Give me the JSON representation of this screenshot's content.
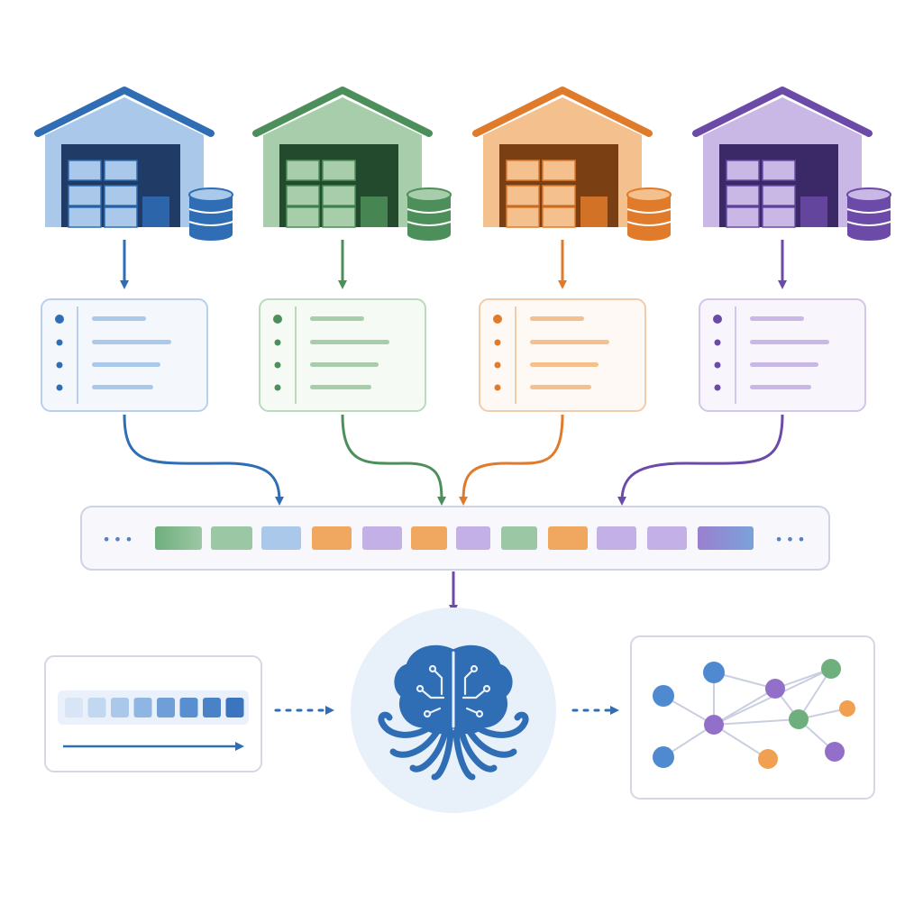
{
  "palette": {
    "blue": {
      "main": "#2f6db5",
      "light": "#a9c8ea",
      "pale": "#dbe8f7",
      "dark": "#1f3b66",
      "card": "#f4f8fd",
      "cardBorder": "#b9d0ec"
    },
    "green": {
      "main": "#4d8f5a",
      "light": "#a7cdaa",
      "pale": "#dcebdc",
      "dark": "#234a2c",
      "card": "#f5faf5",
      "cardBorder": "#bcd9be"
    },
    "orange": {
      "main": "#e07b2c",
      "light": "#f4c08d",
      "pale": "#fbe5cf",
      "dark": "#7a3f12",
      "card": "#fef9f4",
      "cardBorder": "#f2ccaa"
    },
    "purple": {
      "main": "#6b4aa8",
      "light": "#c9b8e6",
      "pale": "#e9e1f6",
      "dark": "#3a2966",
      "card": "#f8f5fc",
      "cardBorder": "#d3c6ea"
    }
  },
  "sources": [
    {
      "color": "blue",
      "icon": "warehouse-icon",
      "db_icon": "database-icon",
      "card_icon": "record-list-icon"
    },
    {
      "color": "green",
      "icon": "warehouse-icon",
      "db_icon": "database-icon",
      "card_icon": "record-list-icon"
    },
    {
      "color": "orange",
      "icon": "warehouse-icon",
      "db_icon": "database-icon",
      "card_icon": "record-list-icon"
    },
    {
      "color": "purple",
      "icon": "warehouse-icon",
      "db_icon": "database-icon",
      "card_icon": "record-list-icon"
    }
  ],
  "token_stream": {
    "tokens": [
      "green",
      "green",
      "blue",
      "orange",
      "purple",
      "orange",
      "purple",
      "green",
      "orange",
      "purple",
      "purple",
      "purple"
    ],
    "ellipsis_left": "•••",
    "ellipsis_right": "•••"
  },
  "model": {
    "icon": "octopus-brain-icon"
  },
  "sequence_panel": {
    "icon": "sequence-blocks-icon",
    "blocks": 8
  },
  "graph_panel": {
    "icon": "network-graph-icon",
    "nodes": [
      "blue",
      "blue",
      "blue",
      "purple",
      "purple",
      "green",
      "green",
      "orange",
      "orange",
      "purple"
    ]
  }
}
